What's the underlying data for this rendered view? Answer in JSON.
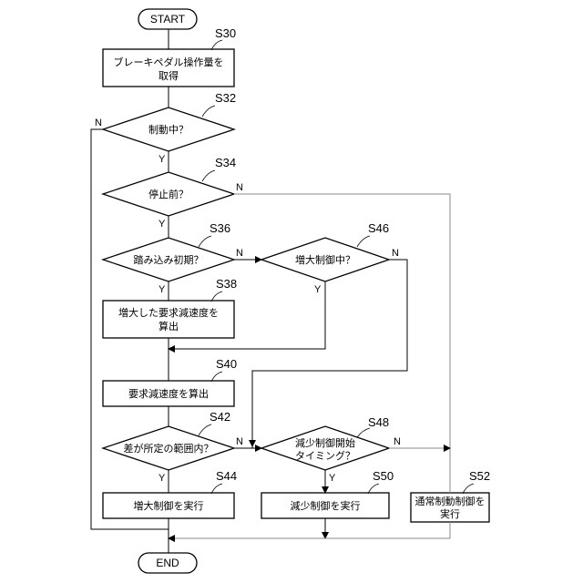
{
  "terminals": {
    "start": "START",
    "end": "END"
  },
  "steps": {
    "s30": {
      "id": "S30",
      "lines": [
        "ブレーキペダル操作量を",
        "取得"
      ]
    },
    "s32": {
      "id": "S32",
      "lines": [
        "制動中？"
      ]
    },
    "s34": {
      "id": "S34",
      "lines": [
        "停止前？"
      ]
    },
    "s36": {
      "id": "S36",
      "lines": [
        "踏み込み初期？"
      ]
    },
    "s38": {
      "id": "S38",
      "lines": [
        "増大した要求減速度を",
        "算出"
      ]
    },
    "s40": {
      "id": "S40",
      "lines": [
        "要求減速度を算出"
      ]
    },
    "s42": {
      "id": "S42",
      "lines": [
        "差が所定の範囲内？"
      ]
    },
    "s44": {
      "id": "S44",
      "lines": [
        "増大制御を実行"
      ]
    },
    "s46": {
      "id": "S46",
      "lines": [
        "増大制御中？"
      ]
    },
    "s48": {
      "id": "S48",
      "lines": [
        "減少制御開始",
        "タイミング？"
      ]
    },
    "s50": {
      "id": "S50",
      "lines": [
        "減少制御を実行"
      ]
    },
    "s52": {
      "id": "S52",
      "lines": [
        "通常制動制御を",
        "実行"
      ]
    }
  },
  "branch_labels": {
    "yes": "Y",
    "no": "N"
  }
}
